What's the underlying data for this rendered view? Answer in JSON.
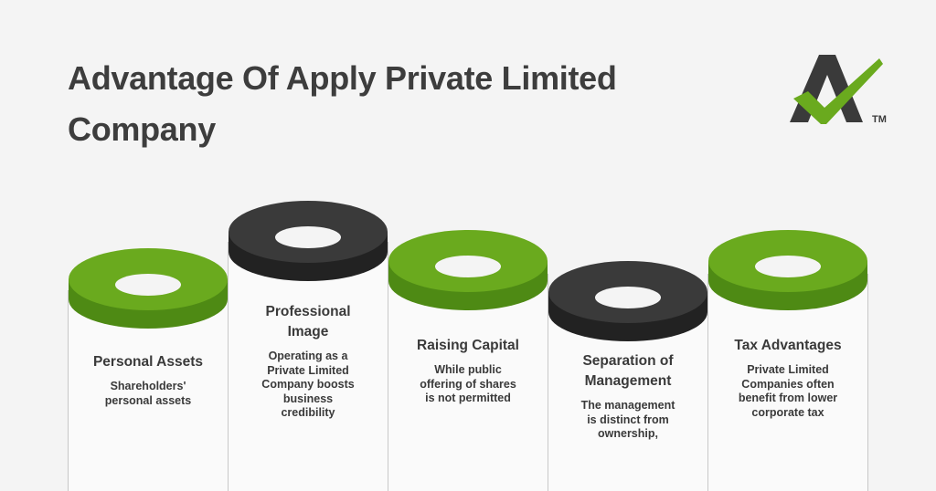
{
  "title": "Advantage Of Apply Private Limited Company",
  "logo": {
    "icon": "checkmark-a-logo",
    "trademark": "TM"
  },
  "colors": {
    "green": "#6aaa1e",
    "green_dark": "#4e8a14",
    "dark": "#3a3a3a",
    "dark_shadow": "#222222"
  },
  "items": [
    {
      "heading": "Personal Assets",
      "body": "Shareholders' personal assets",
      "ring_color": "green"
    },
    {
      "heading": "Professional Image",
      "body": "Operating as a Private Limited Company boosts business credibility",
      "ring_color": "dark"
    },
    {
      "heading": "Raising Capital",
      "body": "While public offering of shares is not permitted",
      "ring_color": "green"
    },
    {
      "heading": "Separation of Management",
      "body": "The management is distinct from ownership,",
      "ring_color": "dark"
    },
    {
      "heading": "Tax Advantages",
      "body": "Private Limited Companies often benefit from lower corporate tax",
      "ring_color": "green"
    }
  ]
}
